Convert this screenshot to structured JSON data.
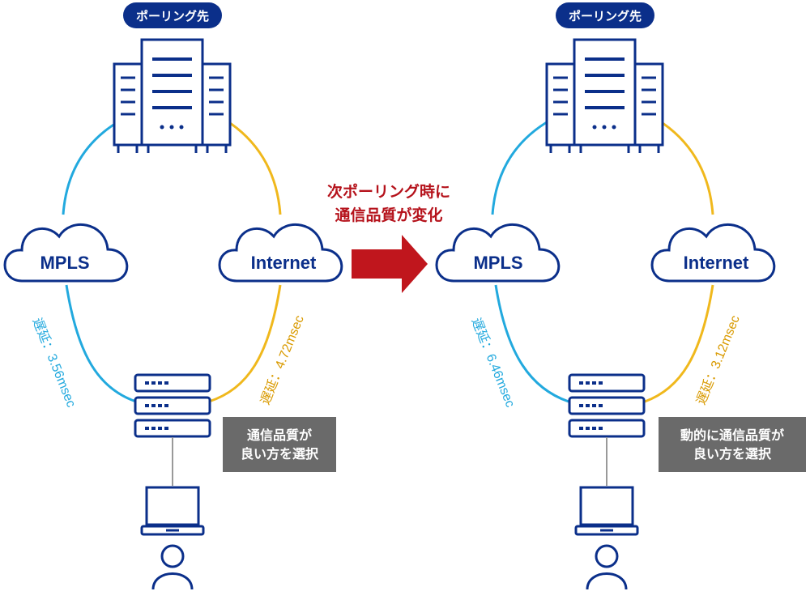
{
  "panels": [
    {
      "polling_label": "ポーリング先",
      "cloud_left": "MPLS",
      "cloud_right": "Internet",
      "latency_left": "遅延：3.56msec",
      "latency_right": "遅延：4.72msec",
      "note_line1": "通信品質が",
      "note_line2": "良い方を選択"
    },
    {
      "polling_label": "ポーリング先",
      "cloud_left": "MPLS",
      "cloud_right": "Internet",
      "latency_left": "遅延：6.46msec",
      "latency_right": "遅延：3.12msec",
      "note_line1": "動的に通信品質が",
      "note_line2": "良い方を選択"
    }
  ],
  "transition": {
    "line1": "次ポーリング時に",
    "line2": "通信品質が変化"
  },
  "colors": {
    "navy": "#0b2f8a",
    "mpls_line": "#22a9de",
    "internet_line": "#f0b81c",
    "arrow": "#c0161d",
    "note_bg": "#6a6a6a"
  },
  "icons": [
    "server-icon",
    "cloud-icon",
    "router-icon",
    "laptop-icon",
    "user-icon"
  ]
}
